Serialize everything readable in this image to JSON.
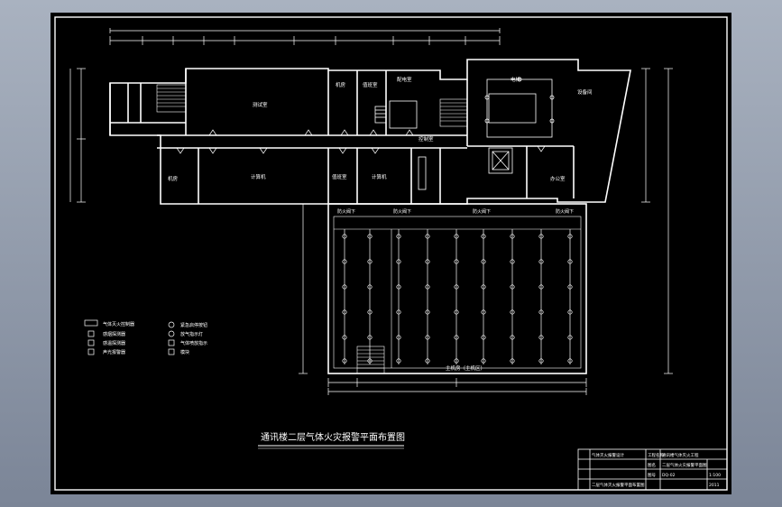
{
  "drawing": {
    "title": "通讯楼二层气体火灾报警平面布置图",
    "rooms": {
      "large_room_1": "测试室",
      "large_room_2": "计算机",
      "large_room_3": "机房",
      "room_a": "机房",
      "room_b": "值班室",
      "room_c": "配电室",
      "room_d": "值班室",
      "room_e": "计算机",
      "room_f": "电梯",
      "room_g": "办公室",
      "room_h": "设备间",
      "room_i": "控制室"
    },
    "hall_label": "主机房（主机区）",
    "feed_labels": [
      "防火阀下",
      "防火阀下",
      "防火阀下",
      "防火阀下"
    ],
    "legend": [
      {
        "symbol": "rect",
        "text": "气体灭火控制器"
      },
      {
        "symbol": "square",
        "text": "感烟探测器"
      },
      {
        "symbol": "square2",
        "text": "感温探测器"
      },
      {
        "symbol": "square3",
        "text": "声光报警器"
      },
      {
        "symbol": "circle",
        "text": "紧急启停按钮"
      },
      {
        "symbol": "circle2",
        "text": "放气指示灯"
      },
      {
        "symbol": "sq",
        "text": "气体喷放指示"
      },
      {
        "symbol": "sq2",
        "text": "模块"
      }
    ],
    "title_block": {
      "r1c1": "气体灭火报警设计",
      "r1c2": "工程名称",
      "r1c3": "通讯楼气体灭火工程",
      "r2c2": "图名",
      "r2c3": "二层气体火灾报警平面图",
      "r3c2": "图号",
      "r3c3": "DQ-02",
      "r4c1": "二层气体灭火报警平面布置图",
      "scale": "1:100",
      "date": "2011"
    }
  }
}
